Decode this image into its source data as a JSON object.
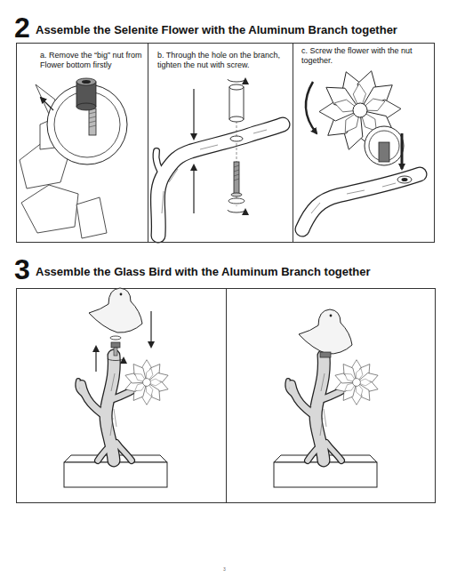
{
  "diagram": {
    "nodes": [
      {
        "text": [
          "a. Remove the “big” nut from Flower bottom firstly"
        ]
      },
      {
        "text": [
          "b. Through the hole on the branch, tighten the nut with screw."
        ]
      },
      {
        "text": [
          "c. Screw the flower with the nut together."
        ]
      }
    ],
    "labels": [
      "2",
      "Assemble the Selenite Flower with the Aluminum Branch together",
      "3",
      "Assemble the Glass Bird with the Aluminum Branch together",
      "3"
    ]
  }
}
